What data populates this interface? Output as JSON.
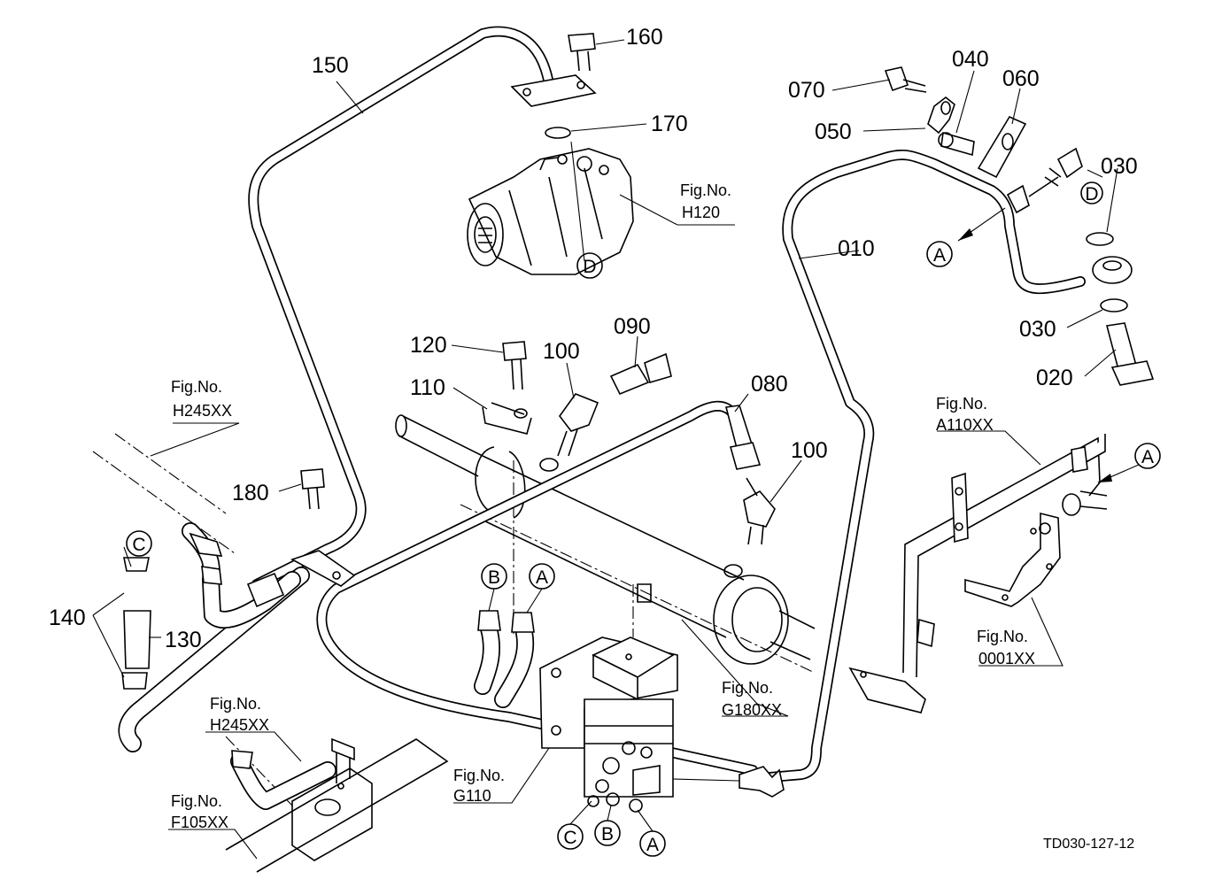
{
  "diagram": {
    "part_numbers": {
      "p010": "010",
      "p020": "020",
      "p030a": "030",
      "p030b": "030",
      "p040": "040",
      "p050": "050",
      "p060": "060",
      "p070": "070",
      "p080": "080",
      "p090": "090",
      "p100a": "100",
      "p100b": "100",
      "p110": "110",
      "p120": "120",
      "p130": "130",
      "p140": "140",
      "p150": "150",
      "p160": "160",
      "p170": "170",
      "p180": "180"
    },
    "figure_refs": {
      "fig_label": "Fig.No.",
      "h120": "H120",
      "h245_top": "H245XX",
      "h245_bottom": "H245XX",
      "a110": "A110XX",
      "f0001": "0001XX",
      "g180": "G180XX",
      "g110": "G110",
      "f105": "F105XX"
    },
    "connection_markers": {
      "A": "A",
      "B": "B",
      "C": "C",
      "D": "D"
    },
    "drawing_code": "TD030-127-12"
  }
}
